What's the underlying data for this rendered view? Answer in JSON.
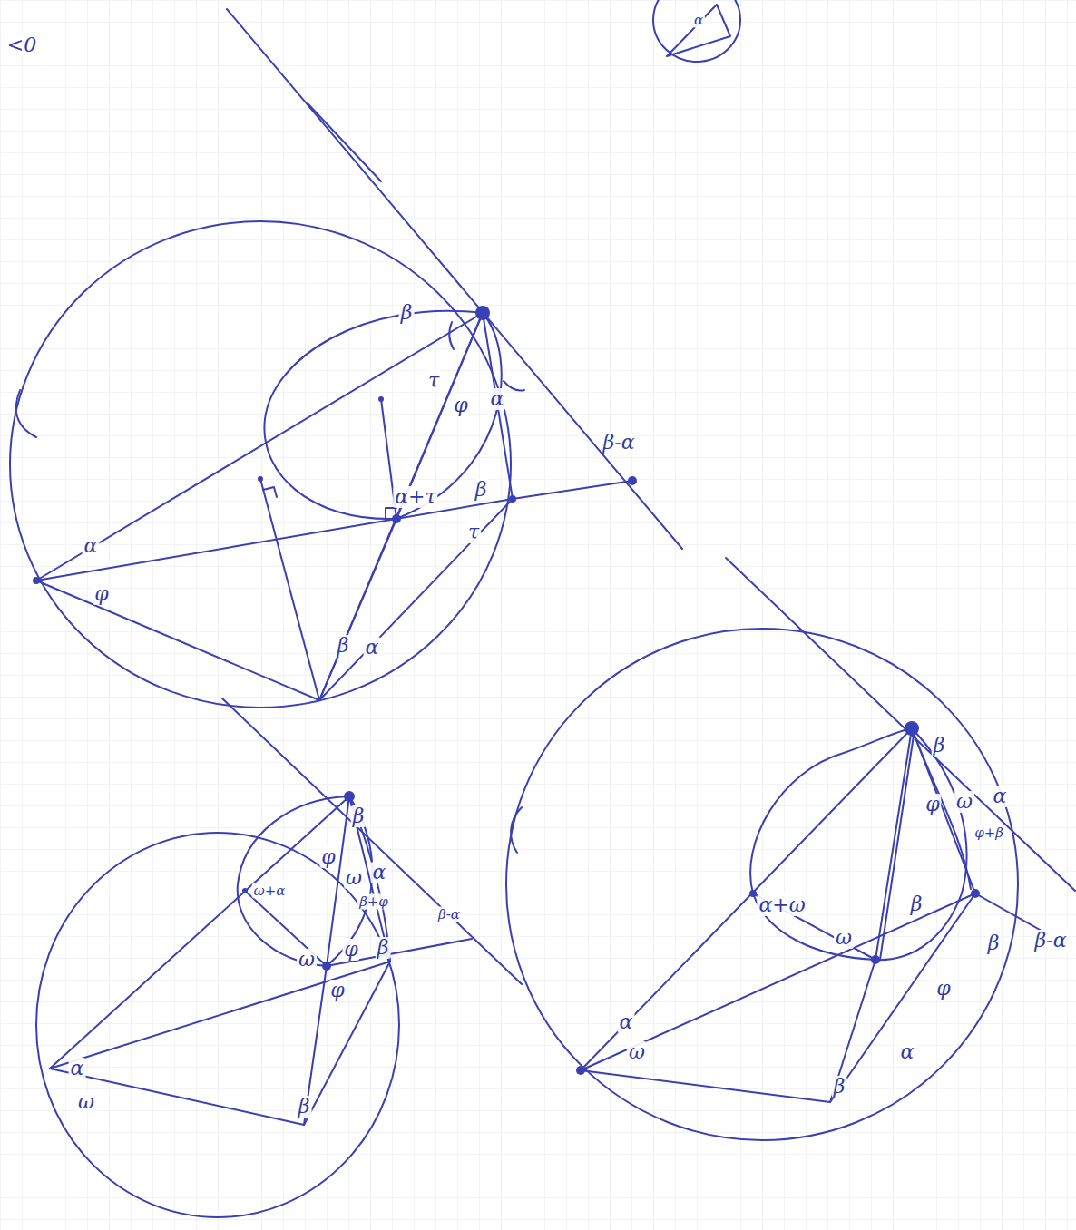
{
  "diagram": {
    "labels": [
      "<0",
      "α",
      "β",
      "τ",
      "φ",
      "α",
      "α+τ",
      "β",
      "β-α",
      "τ",
      "α",
      "φ",
      "β",
      "α",
      "β",
      "φ",
      "ω",
      "α",
      "φ+β",
      "α+ω",
      "β",
      "ω",
      "β",
      "β-α",
      "φ",
      "α",
      "α",
      "ω",
      "β",
      "β",
      "φ",
      "ω",
      "α",
      "ω+α",
      "β+φ",
      "β-α",
      "ω",
      "φ",
      "β",
      "φ",
      "α",
      "ω",
      "β"
    ]
  }
}
